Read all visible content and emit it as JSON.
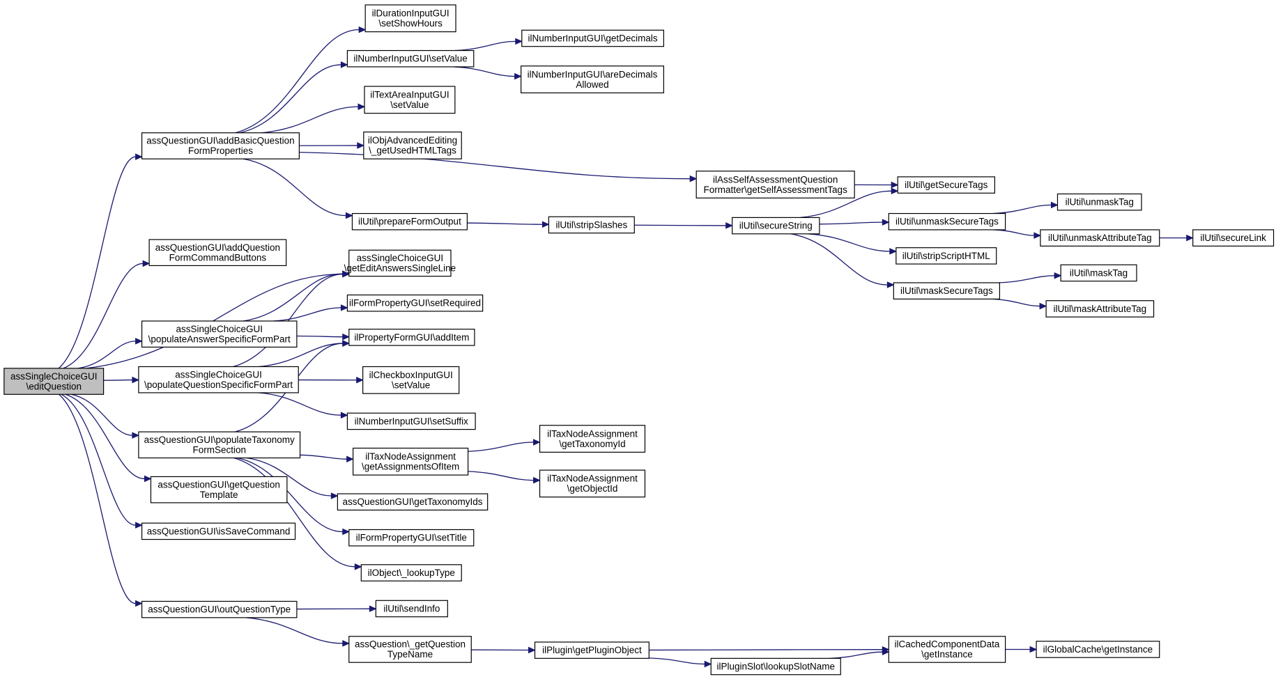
{
  "nodes": [
    {
      "id": "n0",
      "lines": [
        "assSingleChoiceGUI",
        "\\editQuestion"
      ],
      "root": true
    },
    {
      "id": "n1",
      "lines": [
        "assQuestionGUI\\addBasicQuestion",
        "FormProperties"
      ]
    },
    {
      "id": "n2",
      "lines": [
        "assQuestionGUI\\addQuestion",
        "FormCommandButtons"
      ]
    },
    {
      "id": "n3",
      "lines": [
        "assSingleChoiceGUI",
        "\\getEditAnswersSingleLine"
      ]
    },
    {
      "id": "n4",
      "lines": [
        "assSingleChoiceGUI",
        "\\populateAnswerSpecificFormPart"
      ]
    },
    {
      "id": "n5",
      "lines": [
        "assSingleChoiceGUI",
        "\\populateQuestionSpecificFormPart"
      ]
    },
    {
      "id": "n6",
      "lines": [
        "assQuestionGUI\\populateTaxonomy",
        "FormSection"
      ]
    },
    {
      "id": "n7",
      "lines": [
        "assQuestionGUI\\getQuestion",
        "Template"
      ]
    },
    {
      "id": "n8",
      "lines": [
        "assQuestionGUI\\isSaveCommand"
      ]
    },
    {
      "id": "n9",
      "lines": [
        "assQuestionGUI\\outQuestionType"
      ]
    },
    {
      "id": "n10",
      "lines": [
        "ilDurationInputGUI",
        "\\setShowHours"
      ]
    },
    {
      "id": "n11",
      "lines": [
        "ilNumberInputGUI\\setValue"
      ]
    },
    {
      "id": "n12",
      "lines": [
        "ilTextAreaInputGUI",
        "\\setValue"
      ]
    },
    {
      "id": "n13",
      "lines": [
        "ilObjAdvancedEditing",
        "\\_getUsedHTMLTags"
      ]
    },
    {
      "id": "n14",
      "lines": [
        "ilUtil\\prepareFormOutput"
      ]
    },
    {
      "id": "n15",
      "lines": [
        "ilAssSelfAssessmentQuestion",
        "Formatter\\getSelfAssessmentTags"
      ]
    },
    {
      "id": "n16",
      "lines": [
        "ilNumberInputGUI\\getDecimals"
      ]
    },
    {
      "id": "n17",
      "lines": [
        "ilNumberInputGUI\\areDecimals",
        "Allowed"
      ]
    },
    {
      "id": "n18",
      "lines": [
        "ilUtil\\getSecureTags"
      ]
    },
    {
      "id": "n19",
      "lines": [
        "ilUtil\\stripSlashes"
      ]
    },
    {
      "id": "n20",
      "lines": [
        "ilUtil\\secureString"
      ]
    },
    {
      "id": "n21",
      "lines": [
        "ilUtil\\unmaskSecureTags"
      ]
    },
    {
      "id": "n22",
      "lines": [
        "ilUtil\\stripScriptHTML"
      ]
    },
    {
      "id": "n23",
      "lines": [
        "ilUtil\\maskSecureTags"
      ]
    },
    {
      "id": "n24",
      "lines": [
        "ilUtil\\unmaskTag"
      ]
    },
    {
      "id": "n25",
      "lines": [
        "ilUtil\\unmaskAttributeTag"
      ]
    },
    {
      "id": "n26",
      "lines": [
        "ilUtil\\secureLink"
      ]
    },
    {
      "id": "n27",
      "lines": [
        "ilUtil\\maskTag"
      ]
    },
    {
      "id": "n28",
      "lines": [
        "ilUtil\\maskAttributeTag"
      ]
    },
    {
      "id": "n29",
      "lines": [
        "ilFormPropertyGUI\\setRequired"
      ]
    },
    {
      "id": "n30",
      "lines": [
        "ilPropertyFormGUI\\addItem"
      ]
    },
    {
      "id": "n31",
      "lines": [
        "ilCheckboxInputGUI",
        "\\setValue"
      ]
    },
    {
      "id": "n32",
      "lines": [
        "ilNumberInputGUI\\setSuffix"
      ]
    },
    {
      "id": "n33",
      "lines": [
        "ilTaxNodeAssignment",
        "\\getAssignmentsOfItem"
      ]
    },
    {
      "id": "n34",
      "lines": [
        "assQuestionGUI\\getTaxonomyIds"
      ]
    },
    {
      "id": "n35",
      "lines": [
        "ilFormPropertyGUI\\setTitle"
      ]
    },
    {
      "id": "n36",
      "lines": [
        "ilObject\\_lookupType"
      ]
    },
    {
      "id": "n37",
      "lines": [
        "ilTaxNodeAssignment",
        "\\getTaxonomyId"
      ]
    },
    {
      "id": "n38",
      "lines": [
        "ilTaxNodeAssignment",
        "\\getObjectId"
      ]
    },
    {
      "id": "n39",
      "lines": [
        "ilUtil\\sendInfo"
      ]
    },
    {
      "id": "n40",
      "lines": [
        "assQuestion\\_getQuestion",
        "TypeName"
      ]
    },
    {
      "id": "n41",
      "lines": [
        "ilPlugin\\getPluginObject"
      ]
    },
    {
      "id": "n42",
      "lines": [
        "ilCachedComponentData",
        "\\getInstance"
      ]
    },
    {
      "id": "n43",
      "lines": [
        "ilPluginSlot\\lookupSlotName"
      ]
    },
    {
      "id": "n44",
      "lines": [
        "ilGlobalCache\\getInstance"
      ]
    }
  ],
  "edges": [
    [
      "n0",
      "n1"
    ],
    [
      "n0",
      "n2"
    ],
    [
      "n0",
      "n3"
    ],
    [
      "n0",
      "n4"
    ],
    [
      "n0",
      "n5"
    ],
    [
      "n0",
      "n6"
    ],
    [
      "n0",
      "n7"
    ],
    [
      "n0",
      "n8"
    ],
    [
      "n0",
      "n9"
    ],
    [
      "n1",
      "n10"
    ],
    [
      "n1",
      "n11"
    ],
    [
      "n1",
      "n12"
    ],
    [
      "n1",
      "n13"
    ],
    [
      "n1",
      "n14"
    ],
    [
      "n1",
      "n15"
    ],
    [
      "n11",
      "n16"
    ],
    [
      "n11",
      "n17"
    ],
    [
      "n14",
      "n19"
    ],
    [
      "n19",
      "n20"
    ],
    [
      "n15",
      "n18"
    ],
    [
      "n20",
      "n18"
    ],
    [
      "n20",
      "n21"
    ],
    [
      "n20",
      "n22"
    ],
    [
      "n20",
      "n23"
    ],
    [
      "n21",
      "n24"
    ],
    [
      "n21",
      "n25"
    ],
    [
      "n25",
      "n26"
    ],
    [
      "n23",
      "n27"
    ],
    [
      "n23",
      "n28"
    ],
    [
      "n4",
      "n3"
    ],
    [
      "n4",
      "n29"
    ],
    [
      "n4",
      "n30"
    ],
    [
      "n5",
      "n3"
    ],
    [
      "n5",
      "n30"
    ],
    [
      "n5",
      "n31"
    ],
    [
      "n5",
      "n32"
    ],
    [
      "n6",
      "n30"
    ],
    [
      "n6",
      "n33"
    ],
    [
      "n6",
      "n34"
    ],
    [
      "n6",
      "n35"
    ],
    [
      "n6",
      "n36"
    ],
    [
      "n33",
      "n37"
    ],
    [
      "n33",
      "n38"
    ],
    [
      "n9",
      "n39"
    ],
    [
      "n9",
      "n40"
    ],
    [
      "n40",
      "n41"
    ],
    [
      "n41",
      "n42"
    ],
    [
      "n41",
      "n43"
    ],
    [
      "n43",
      "n42"
    ],
    [
      "n42",
      "n44"
    ]
  ]
}
